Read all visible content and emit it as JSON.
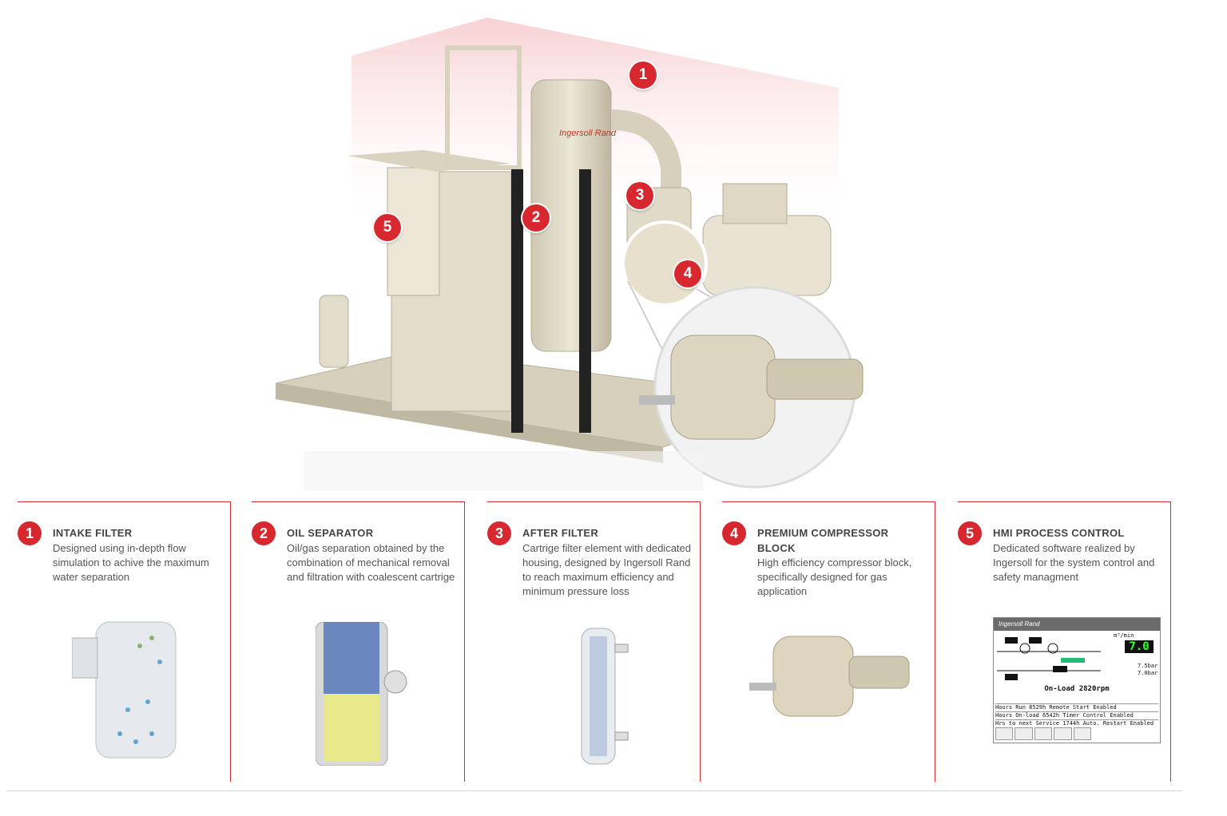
{
  "brand": {
    "logo_text": "Ingersoll Rand",
    "accent": "#d7282f"
  },
  "hero_callouts": [
    "1",
    "2",
    "3",
    "4",
    "5"
  ],
  "features": [
    {
      "number": "1",
      "title": "INTAKE FILTER",
      "description": "Designed using in-depth flow simulation to achive the maximum water separation"
    },
    {
      "number": "2",
      "title": "OIL SEPARATOR",
      "description": "Oil/gas separation obtained by the combination of mechanical removal and filtration with coalescent cartrige"
    },
    {
      "number": "3",
      "title": "AFTER FILTER",
      "description": "Cartrige filter element with dedicated housing, designed by Ingersoll Rand to reach maximum efficiency and minimum pressure loss"
    },
    {
      "number": "4",
      "title": "PREMIUM COMPRESSOR BLOCK",
      "description": "High efficiency compressor block, specifically designed for gas application"
    },
    {
      "number": "5",
      "title": "HMI PROCESS CONTROL",
      "description": "Dedicated software realized by Ingersoll for the system control and safety managment"
    }
  ],
  "hmi": {
    "header": "Ingersoll Rand",
    "flow": "m³/min",
    "flow_value": "7.0",
    "unit": "bar",
    "pressure_1": "7.5bar",
    "pressure_2": "7.0bar",
    "status": "On-Load 2820rpm",
    "rows": [
      "Hours Run        8529h Remote Start Enabled",
      "Hours On-load    6542h Timer Control Enabled",
      "Hrs to next Service 1744h Auto. Restart Enabled"
    ]
  }
}
